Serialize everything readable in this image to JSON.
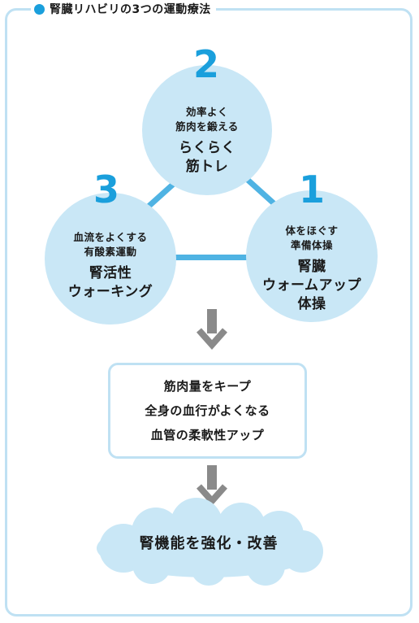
{
  "title": "腎臓リハビリの3つの運動療法",
  "circles": [
    {
      "number": "2",
      "sub1": "効率よく",
      "sub2": "筋肉を鍛える",
      "main1": "らくらく",
      "main2": "筋トレ"
    },
    {
      "number": "3",
      "sub1": "血流をよくする",
      "sub2": "有酸素運動",
      "main1": "腎活性",
      "main2": "ウォーキング"
    },
    {
      "number": "1",
      "sub1": "体をほぐす",
      "sub2": "準備体操",
      "main1": "腎臓",
      "main2": "ウォームアップ",
      "main3": "体操"
    }
  ],
  "effects": [
    "筋肉量をキープ",
    "全身の血行がよくなる",
    "血管の柔軟性アップ"
  ],
  "result": "腎機能を強化・改善",
  "colors": {
    "accent": "#1a9fdc",
    "circle_fill": "#c9e7f6",
    "frame": "#bfe1f3",
    "arrow": "#8a8a8a"
  }
}
